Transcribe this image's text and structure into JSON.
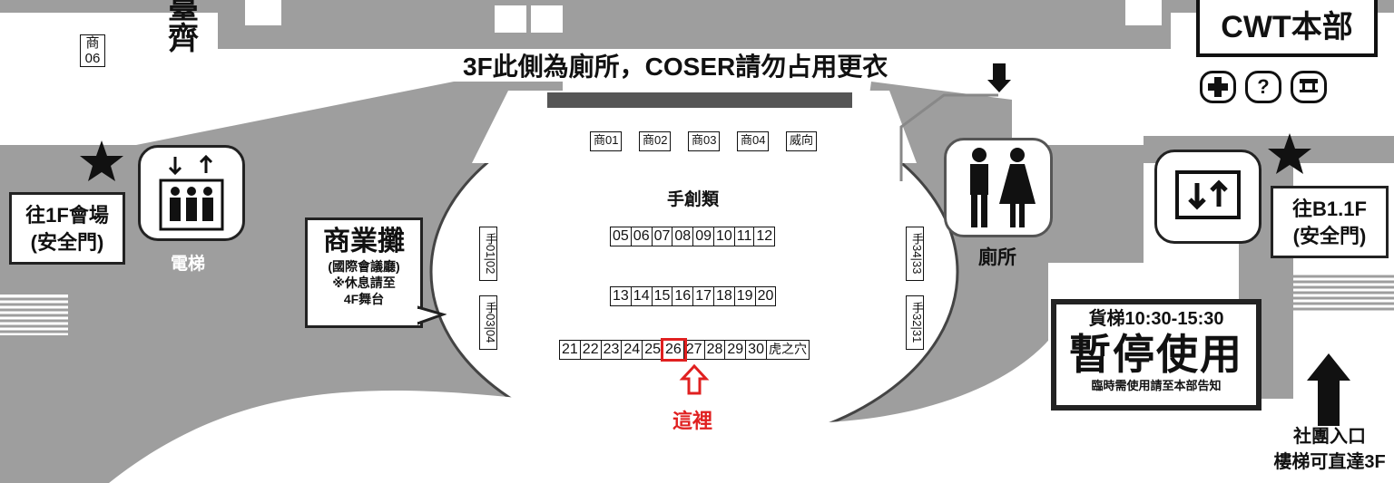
{
  "top_left_label": "臺\n齊",
  "shop06": "商\n06",
  "hq": {
    "label": "CWT本部",
    "icons": [
      "plus-icon",
      "question-icon",
      "counter-icon"
    ],
    "icon_text_question": "?"
  },
  "banner": "3F此側為廁所，COSER請勿占用更衣",
  "commercial_booths": [
    "商01",
    "商02",
    "商03",
    "商04",
    "威向"
  ],
  "handmade_title": "手創類",
  "rows": [
    [
      "05",
      "06",
      "07",
      "08",
      "09",
      "10",
      "11",
      "12"
    ],
    [
      "13",
      "14",
      "15",
      "16",
      "17",
      "18",
      "19",
      "20"
    ],
    [
      "21",
      "22",
      "23",
      "24",
      "25",
      "26",
      "27",
      "28",
      "29",
      "30",
      "虎之穴"
    ]
  ],
  "highlight_booth": "26",
  "here_label": "這裡",
  "side_booths_left": [
    "手01|02",
    "手03|04"
  ],
  "side_booths_right": [
    "手34|33",
    "手32|31"
  ],
  "to_1f": {
    "line1": "往1F會場",
    "line2": "(安全門)"
  },
  "to_b1": {
    "line1": "往B1.1F",
    "line2": "(安全門)"
  },
  "elevator_label": "電梯",
  "cargo_label": "貨梯",
  "toilet_label": "廁所",
  "commercial": {
    "title": "商業攤",
    "sub": "(國際會議廳)",
    "note1": "※休息請至",
    "note2": "4F舞台"
  },
  "cargo_notice": {
    "time": "貨梯10:30-15:30",
    "big": "暫停使用",
    "small": "臨時需使用請至本部告知"
  },
  "club_entrance": {
    "line1": "社團入口",
    "line2": "樓梯可直達3F"
  },
  "colors": {
    "floor": "#9e9e9e",
    "dark": "#222222",
    "highlight": "#e02020",
    "white": "#ffffff"
  }
}
